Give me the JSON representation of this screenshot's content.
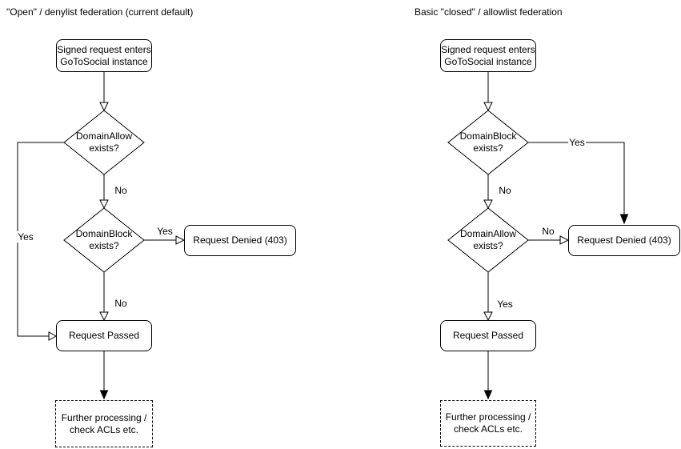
{
  "left_chart": {
    "title": "\"Open\" / denylist federation (current default)",
    "nodes": {
      "entry": [
        "Signed request enters",
        "GoToSocial instance"
      ],
      "decision1": [
        "DomainAllow",
        "exists?"
      ],
      "decision2": [
        "DomainBlock",
        "exists?"
      ],
      "denied": "Request Denied (403)",
      "passed": "Request Passed",
      "further": [
        "Further processing /",
        "check ACLs etc."
      ]
    },
    "edge_labels": {
      "decision1_no": "No",
      "decision1_yes": "Yes",
      "decision2_yes": "Yes",
      "decision2_no": "No"
    }
  },
  "right_chart": {
    "title": "Basic \"closed\" / allowlist federation",
    "nodes": {
      "entry": [
        "Signed request enters",
        "GoToSocial instance"
      ],
      "decision1": [
        "DomainBlock",
        "exists?"
      ],
      "decision2": [
        "DomainAllow",
        "exists?"
      ],
      "denied": "Request Denied (403)",
      "passed": "Request Passed",
      "further": [
        "Further processing /",
        "check ACLs etc."
      ]
    },
    "edge_labels": {
      "decision1_no": "No",
      "decision1_yes": "Yes",
      "decision2_no": "No",
      "decision2_yes": "Yes"
    }
  },
  "colors": {
    "stroke": "#000000",
    "background": "#ffffff",
    "text": "#000000"
  }
}
